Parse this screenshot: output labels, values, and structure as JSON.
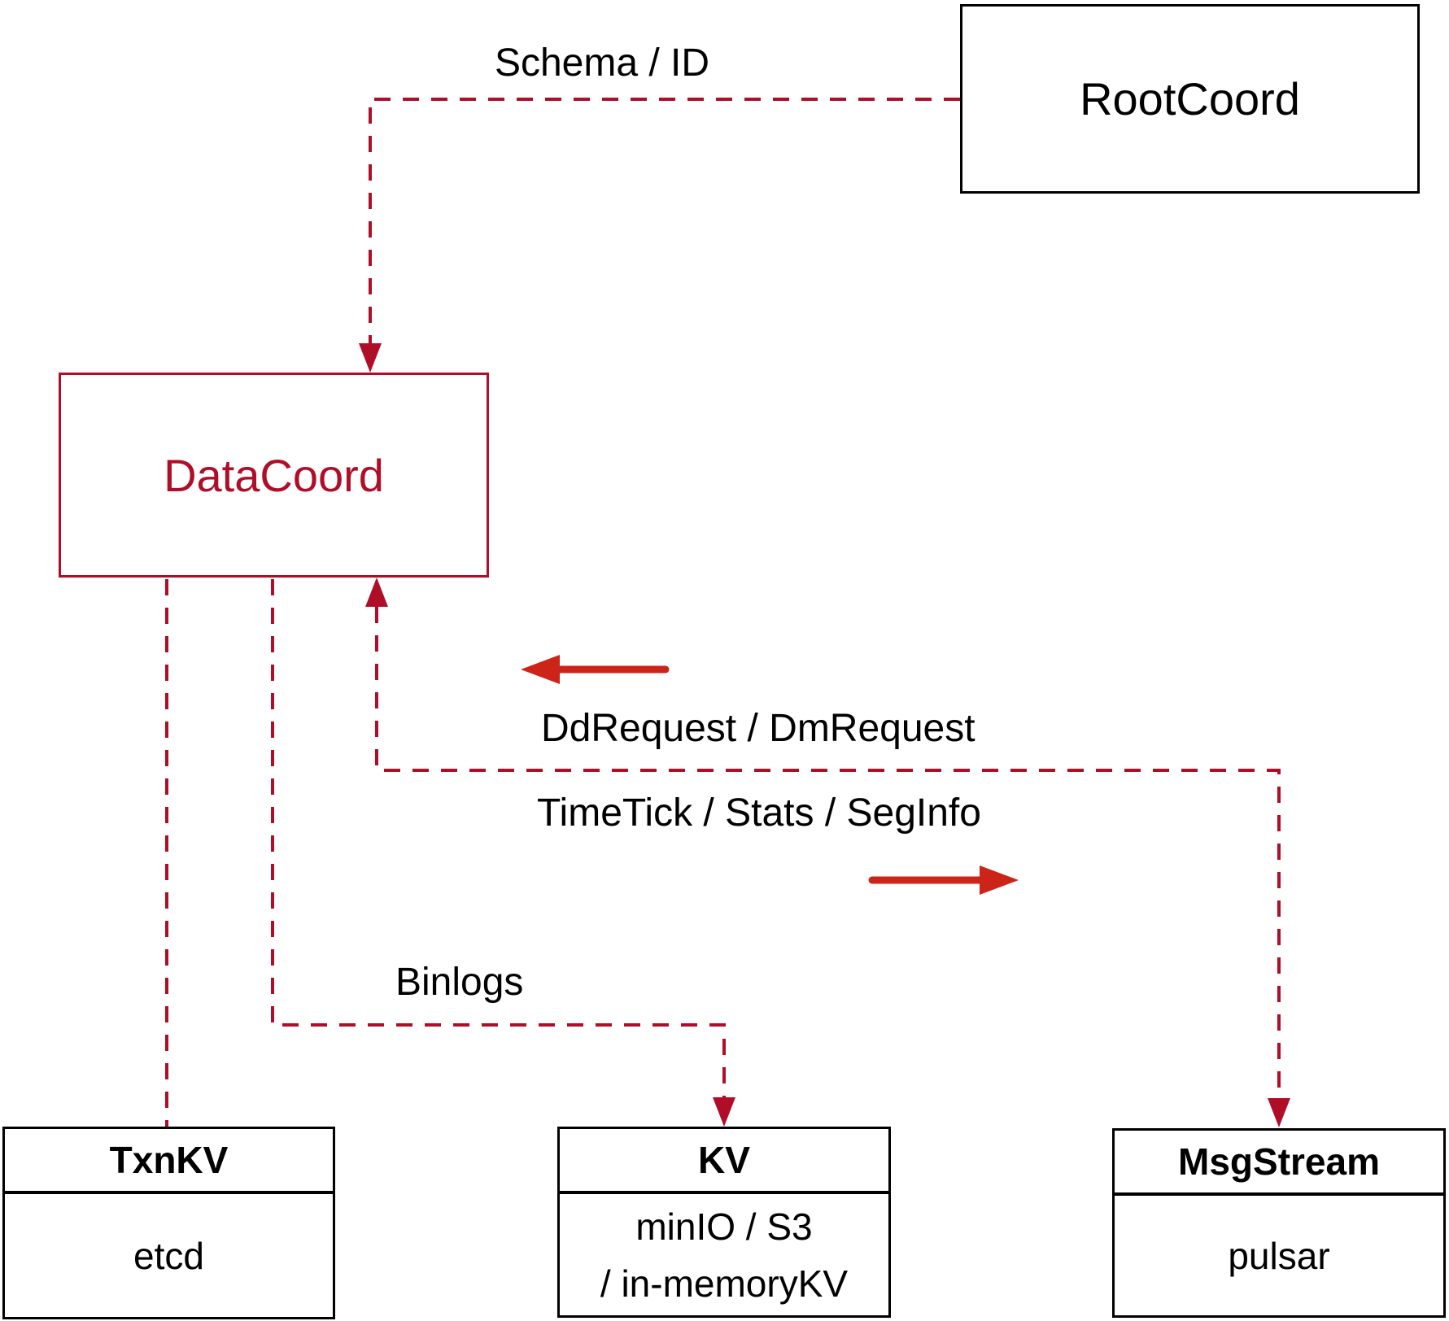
{
  "diagram": {
    "nodes": {
      "rootcoord": {
        "label": "RootCoord"
      },
      "datacoord": {
        "label": "DataCoord"
      },
      "txnkv": {
        "title": "TxnKV",
        "body": "etcd"
      },
      "kv": {
        "title": "KV",
        "body": [
          "minIO / S3",
          "/ in-memoryKV"
        ]
      },
      "msgstream": {
        "title": "MsgStream",
        "body": "pulsar"
      }
    },
    "edge_labels": {
      "schema_id": "Schema / ID",
      "dd_dm_request": "DdRequest / DmRequest",
      "timetick_stats_seginfo": "TimeTick / Stats / SegInfo",
      "binlogs": "Binlogs"
    },
    "colors": {
      "crimson": "#b00e28",
      "arrow_red": "#cc2418",
      "ink": "#000000",
      "bg": "#ffffff"
    }
  }
}
